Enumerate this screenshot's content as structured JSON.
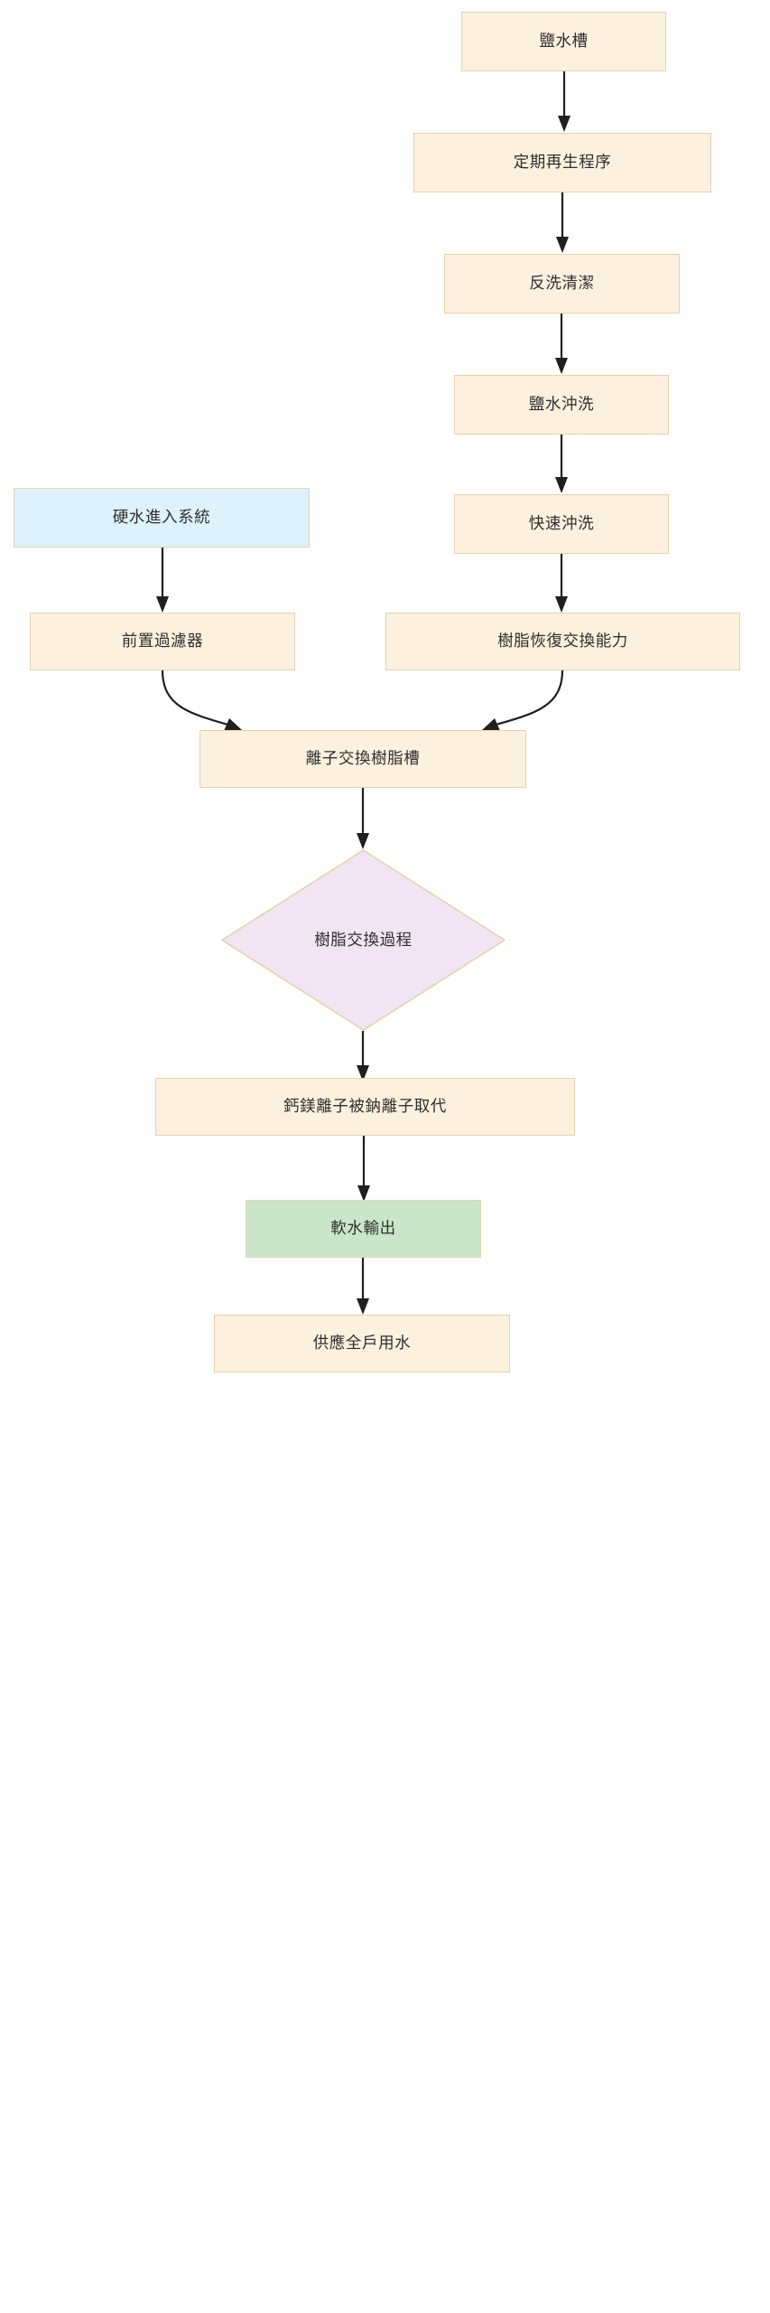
{
  "diagram": {
    "type": "flowchart",
    "orientation": "top-to-bottom",
    "background_color": "#ffffff",
    "edge_color": "#1f1f1f",
    "palette": {
      "process_fill": "#fcf0de",
      "process_border": "#e4d3ae",
      "input_fill": "#ddf2fc",
      "output_fill": "#c9e6ca",
      "decision_fill": "#f1e4f3",
      "decision_border": "#e4d3ae",
      "text_color": "#2f2f2f"
    },
    "nodes": [
      {
        "id": "brine_tank",
        "label": "鹽水槽",
        "shape": "rect",
        "style": "process"
      },
      {
        "id": "regen_cycle",
        "label": "定期再生程序",
        "shape": "rect",
        "style": "process"
      },
      {
        "id": "backwash",
        "label": "反洗清潔",
        "shape": "rect",
        "style": "process"
      },
      {
        "id": "brine_rinse",
        "label": "鹽水沖洗",
        "shape": "rect",
        "style": "process"
      },
      {
        "id": "fast_rinse",
        "label": "快速沖洗",
        "shape": "rect",
        "style": "process"
      },
      {
        "id": "hard_water_in",
        "label": "硬水進入系統",
        "shape": "rect",
        "style": "input"
      },
      {
        "id": "pre_filter",
        "label": "前置過濾器",
        "shape": "rect",
        "style": "process"
      },
      {
        "id": "resin_restored",
        "label": "樹脂恢復交換能力",
        "shape": "rect",
        "style": "process"
      },
      {
        "id": "resin_tank",
        "label": "離子交換樹脂槽",
        "shape": "rect",
        "style": "process"
      },
      {
        "id": "exchange_process",
        "label": "樹脂交換過程",
        "shape": "diamond",
        "style": "decision"
      },
      {
        "id": "ion_swap",
        "label": "鈣鎂離子被鈉離子取代",
        "shape": "rect",
        "style": "process"
      },
      {
        "id": "soft_water_out",
        "label": "軟水輸出",
        "shape": "rect",
        "style": "output"
      },
      {
        "id": "household_supply",
        "label": "供應全戶用水",
        "shape": "rect",
        "style": "process"
      }
    ],
    "edges": [
      {
        "from": "brine_tank",
        "to": "regen_cycle",
        "label": "",
        "kind": "straight"
      },
      {
        "from": "regen_cycle",
        "to": "backwash",
        "label": "",
        "kind": "straight"
      },
      {
        "from": "backwash",
        "to": "brine_rinse",
        "label": "",
        "kind": "straight"
      },
      {
        "from": "brine_rinse",
        "to": "fast_rinse",
        "label": "",
        "kind": "straight"
      },
      {
        "from": "fast_rinse",
        "to": "resin_restored",
        "label": "",
        "kind": "straight"
      },
      {
        "from": "hard_water_in",
        "to": "pre_filter",
        "label": "",
        "kind": "straight"
      },
      {
        "from": "pre_filter",
        "to": "resin_tank",
        "label": "",
        "kind": "curved"
      },
      {
        "from": "resin_restored",
        "to": "resin_tank",
        "label": "",
        "kind": "curved"
      },
      {
        "from": "resin_tank",
        "to": "exchange_process",
        "label": "",
        "kind": "straight"
      },
      {
        "from": "exchange_process",
        "to": "ion_swap",
        "label": "",
        "kind": "straight"
      },
      {
        "from": "ion_swap",
        "to": "soft_water_out",
        "label": "",
        "kind": "straight"
      },
      {
        "from": "soft_water_out",
        "to": "household_supply",
        "label": "",
        "kind": "straight"
      }
    ]
  }
}
